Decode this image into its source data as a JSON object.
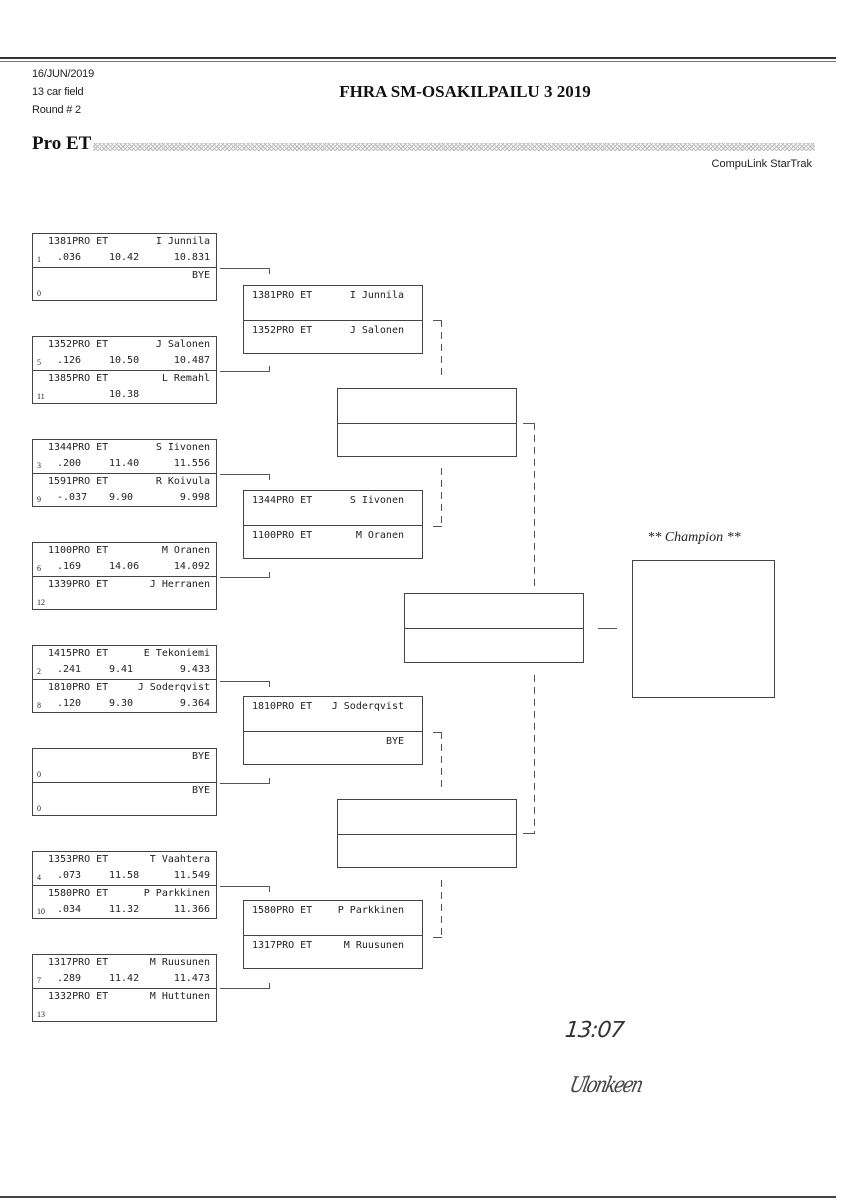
{
  "header": {
    "date": "16/JUN/2019",
    "field": "13 car field",
    "round": "Round # 2",
    "title": "FHRA SM-OSAKILPAILU 3 2019",
    "class": "Pro ET",
    "software": "CompuLink StarTrak"
  },
  "round1": [
    {
      "top": {
        "car": "1381PRO ET",
        "name": "I Junnila",
        "seed": "1",
        "rt": ".036",
        "dial": "10.42",
        "et": "10.831"
      },
      "bottom": {
        "car": "",
        "name": "BYE",
        "seed": "0",
        "rt": "",
        "dial": "",
        "et": ""
      }
    },
    {
      "top": {
        "car": "1352PRO ET",
        "name": "J Salonen",
        "seed": "5",
        "rt": ".126",
        "dial": "10.50",
        "et": "10.487"
      },
      "bottom": {
        "car": "1385PRO ET",
        "name": "L Remahl",
        "seed": "11",
        "rt": "",
        "dial": "10.38",
        "et": ""
      }
    },
    {
      "top": {
        "car": "1344PRO ET",
        "name": "S Iivonen",
        "seed": "3",
        "rt": ".200",
        "dial": "11.40",
        "et": "11.556"
      },
      "bottom": {
        "car": "1591PRO ET",
        "name": "R Koivula",
        "seed": "9",
        "rt": "-.037",
        "dial": "9.90",
        "et": "9.998"
      }
    },
    {
      "top": {
        "car": "1100PRO ET",
        "name": "M Oranen",
        "seed": "6",
        "rt": ".169",
        "dial": "14.06",
        "et": "14.092"
      },
      "bottom": {
        "car": "1339PRO ET",
        "name": "J Herranen",
        "seed": "12",
        "rt": "",
        "dial": "",
        "et": ""
      }
    },
    {
      "top": {
        "car": "1415PRO ET",
        "name": "E Tekoniemi",
        "seed": "2",
        "rt": ".241",
        "dial": "9.41",
        "et": "9.433"
      },
      "bottom": {
        "car": "1810PRO ET",
        "name": "J Soderqvist",
        "seed": "8",
        "rt": ".120",
        "dial": "9.30",
        "et": "9.364"
      }
    },
    {
      "top": {
        "car": "",
        "name": "BYE",
        "seed": "0",
        "rt": "",
        "dial": "",
        "et": ""
      },
      "bottom": {
        "car": "",
        "name": "BYE",
        "seed": "0",
        "rt": "",
        "dial": "",
        "et": ""
      }
    },
    {
      "top": {
        "car": "1353PRO ET",
        "name": "T Vaahtera",
        "seed": "4",
        "rt": ".073",
        "dial": "11.58",
        "et": "11.549"
      },
      "bottom": {
        "car": "1580PRO ET",
        "name": "P Parkkinen",
        "seed": "10",
        "rt": ".034",
        "dial": "11.32",
        "et": "11.366"
      }
    },
    {
      "top": {
        "car": "1317PRO ET",
        "name": "M Ruusunen",
        "seed": "7",
        "rt": ".289",
        "dial": "11.42",
        "et": "11.473"
      },
      "bottom": {
        "car": "1332PRO ET",
        "name": "M Huttunen",
        "seed": "13",
        "rt": "",
        "dial": "",
        "et": ""
      }
    }
  ],
  "round2": [
    {
      "top": {
        "car": "1381PRO ET",
        "name": "I Junnila"
      },
      "bottom": {
        "car": "1352PRO ET",
        "name": "J Salonen"
      }
    },
    {
      "top": {
        "car": "1344PRO ET",
        "name": "S Iivonen"
      },
      "bottom": {
        "car": "1100PRO ET",
        "name": "M Oranen"
      }
    },
    {
      "top": {
        "car": "1810PRO ET",
        "name": "J Soderqvist"
      },
      "bottom": {
        "car": "",
        "name": "BYE"
      }
    },
    {
      "top": {
        "car": "1580PRO ET",
        "name": "P Parkkinen"
      },
      "bottom": {
        "car": "1317PRO ET",
        "name": "M Ruusunen"
      }
    }
  ],
  "round3": [
    {
      "top": {
        "car": "",
        "name": ""
      },
      "bottom": {
        "car": "",
        "name": ""
      }
    },
    {
      "top": {
        "car": "",
        "name": ""
      },
      "bottom": {
        "car": "",
        "name": ""
      }
    }
  ],
  "final": {
    "top": {
      "car": "",
      "name": ""
    },
    "bottom": {
      "car": "",
      "name": ""
    }
  },
  "champion": {
    "label": "** Champion **",
    "name": ""
  },
  "handwriting": {
    "time": "13:07",
    "signature": "Ulonkeen"
  }
}
